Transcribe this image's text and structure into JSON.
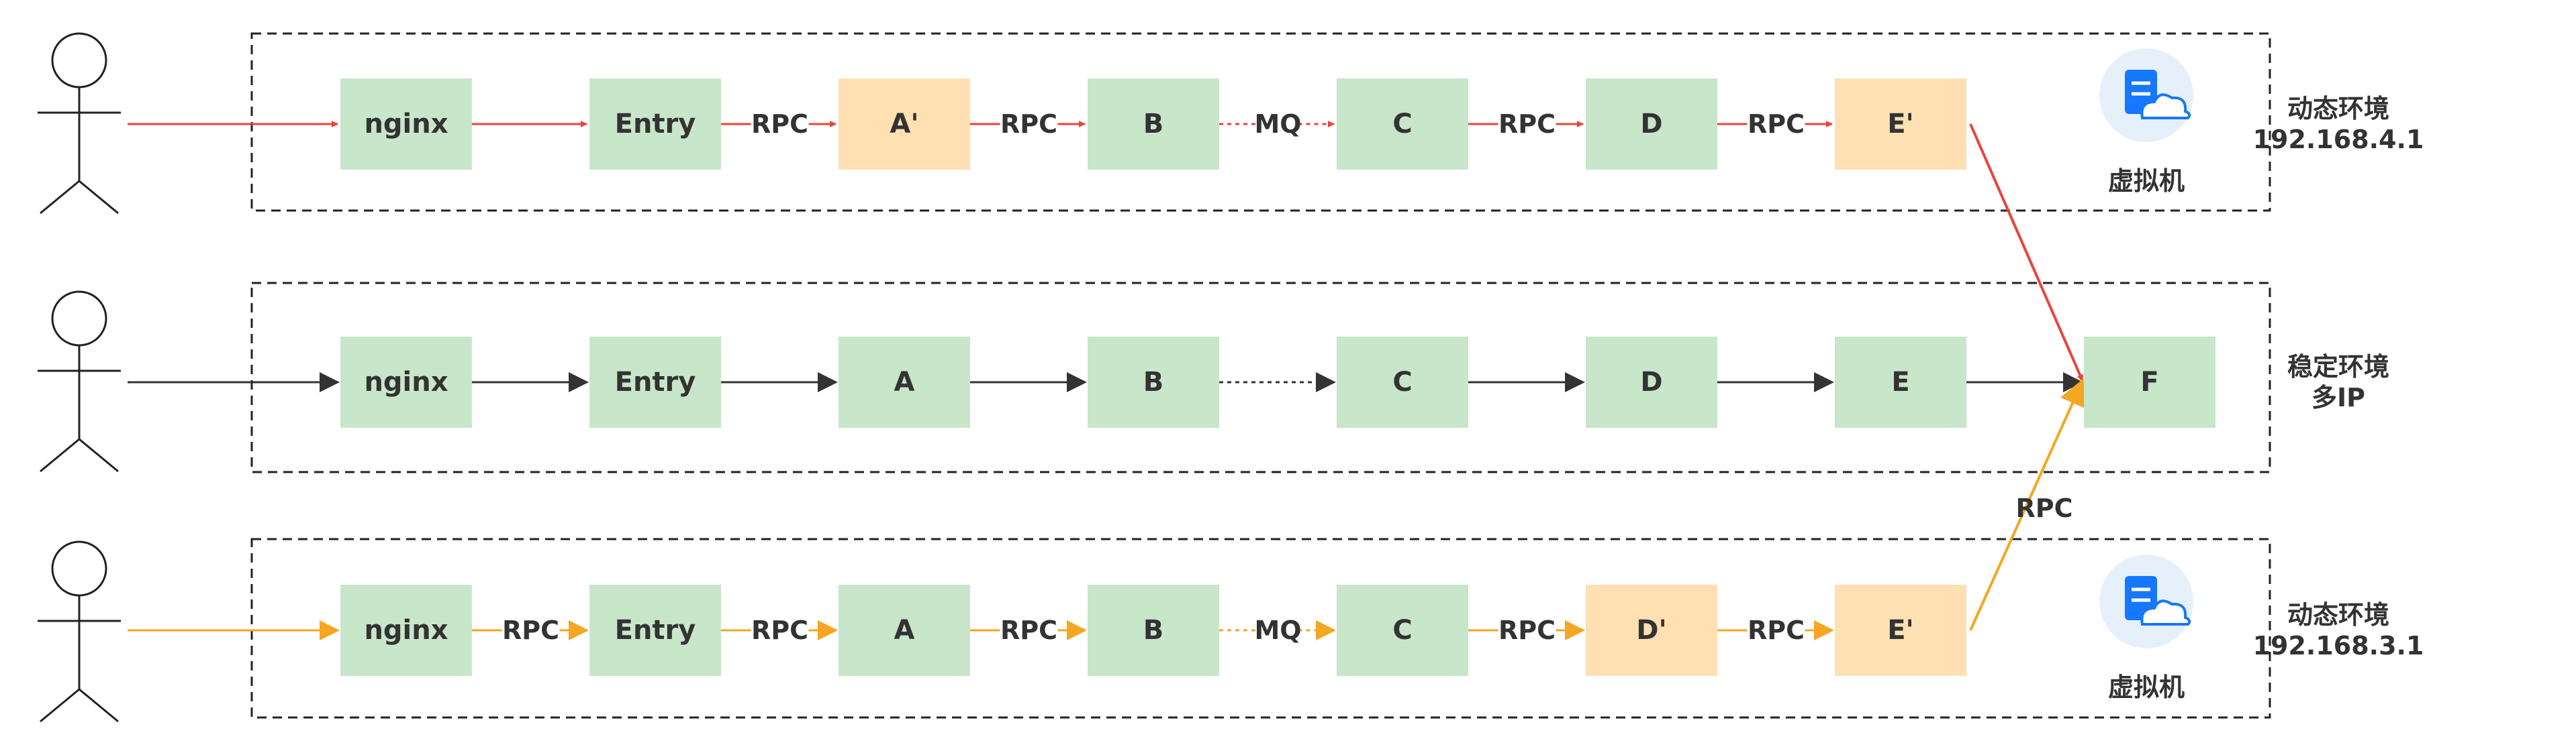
{
  "colors": {
    "red": "#e8453c",
    "black": "#333333",
    "orange": "#f5a623",
    "node_green": "#c8e6c9",
    "node_orange": "#ffe0b2",
    "vm_circle": "#e6f0fb",
    "vm_icon": "#1677ff",
    "cloud": "#ffffff"
  },
  "rows": [
    {
      "id": "top",
      "color": "red",
      "env_lines": [
        "动态环境",
        "192.168.4.1"
      ],
      "vm_label": "虚拟机",
      "nodes": [
        {
          "label": "nginx",
          "style": "green"
        },
        {
          "label": "Entry",
          "style": "green"
        },
        {
          "label": "A'",
          "style": "orange"
        },
        {
          "label": "B",
          "style": "green"
        },
        {
          "label": "C",
          "style": "green"
        },
        {
          "label": "D",
          "style": "green"
        },
        {
          "label": "E'",
          "style": "orange"
        }
      ],
      "edges": [
        {
          "label": "",
          "dotted": false
        },
        {
          "label": "RPC",
          "dotted": false
        },
        {
          "label": "RPC",
          "dotted": false
        },
        {
          "label": "MQ",
          "dotted": true
        },
        {
          "label": "RPC",
          "dotted": false
        },
        {
          "label": "RPC",
          "dotted": false
        }
      ]
    },
    {
      "id": "middle",
      "color": "black",
      "env_lines": [
        "稳定环境",
        "多IP"
      ],
      "vm_label": "",
      "nodes": [
        {
          "label": "nginx",
          "style": "green"
        },
        {
          "label": "Entry",
          "style": "green"
        },
        {
          "label": "A",
          "style": "green"
        },
        {
          "label": "B",
          "style": "green"
        },
        {
          "label": "C",
          "style": "green"
        },
        {
          "label": "D",
          "style": "green"
        },
        {
          "label": "E",
          "style": "green"
        },
        {
          "label": "F",
          "style": "green"
        }
      ],
      "edges": [
        {
          "label": "",
          "dotted": false
        },
        {
          "label": "",
          "dotted": false
        },
        {
          "label": "",
          "dotted": false
        },
        {
          "label": "",
          "dotted": true
        },
        {
          "label": "",
          "dotted": false
        },
        {
          "label": "",
          "dotted": false
        },
        {
          "label": "",
          "dotted": false
        }
      ]
    },
    {
      "id": "bottom",
      "color": "orange",
      "env_lines": [
        "动态环境",
        "192.168.3.1"
      ],
      "vm_label": "虚拟机",
      "nodes": [
        {
          "label": "nginx",
          "style": "green"
        },
        {
          "label": "Entry",
          "style": "green"
        },
        {
          "label": "A",
          "style": "green"
        },
        {
          "label": "B",
          "style": "green"
        },
        {
          "label": "C",
          "style": "green"
        },
        {
          "label": "D'",
          "style": "orange"
        },
        {
          "label": "E'",
          "style": "orange"
        }
      ],
      "edges": [
        {
          "label": "RPC",
          "dotted": false
        },
        {
          "label": "RPC",
          "dotted": false
        },
        {
          "label": "RPC",
          "dotted": false
        },
        {
          "label": "MQ",
          "dotted": true
        },
        {
          "label": "RPC",
          "dotted": false
        },
        {
          "label": "RPC",
          "dotted": false
        }
      ]
    }
  ],
  "cross_links": [
    {
      "from_row": "top",
      "from_node": "E'",
      "to": "F",
      "color": "red",
      "label": ""
    },
    {
      "from_row": "bottom",
      "from_node": "E'",
      "to": "F",
      "color": "orange",
      "label": "RPC"
    }
  ]
}
